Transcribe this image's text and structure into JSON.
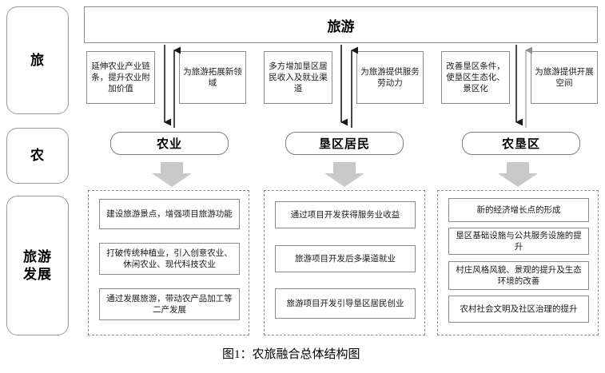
{
  "figure": {
    "caption": "图1：农旅融合总体结构图",
    "banner": {
      "label": "旅游"
    }
  },
  "stages": [
    {
      "name": "stage-tourism",
      "label": "旅"
    },
    {
      "name": "stage-agriculture",
      "label": "农"
    },
    {
      "name": "stage-tourism-development",
      "label": "旅游\n发展"
    }
  ],
  "columns": [
    {
      "id": "agriculture",
      "entity": "农业",
      "note_down": "延伸农业产业链条，提升农业附加价值",
      "note_up": "为旅游拓展新领域",
      "outcomes": [
        "建设旅游景点，增强项目旅游功能",
        "打破传统种植业，引入创意农业、休闲农业、现代科技农业",
        "通过发展旅游，带动农产品加工等二产发展"
      ]
    },
    {
      "id": "residents",
      "entity": "垦区居民",
      "note_down": "多方增加垦区居民收入及就业渠道",
      "note_up": "为旅游提供服务劳动力",
      "outcomes": [
        "通过项目开发获得服务业收益",
        "旅游项目开发后多渠道就业",
        "旅游项目开发引导垦区居民创业"
      ]
    },
    {
      "id": "reclamation-area",
      "entity": "农垦区",
      "note_down": "改善垦区条件，使垦区生态化、景区化",
      "note_up": "为旅游提供开展空间",
      "outcomes": [
        "新的经济增长点的形成",
        "垦区基础设施与公共服务设施的提升",
        "村庄风格风貌、景观的提升及生态环境的改善",
        "农村社会文明及社区治理的提升"
      ]
    }
  ],
  "colors": {
    "border": "#8c8c8c",
    "arrow_black": "#1a1a1a",
    "arrow_gray": "#bfbfbf",
    "background": "#ffffff"
  }
}
